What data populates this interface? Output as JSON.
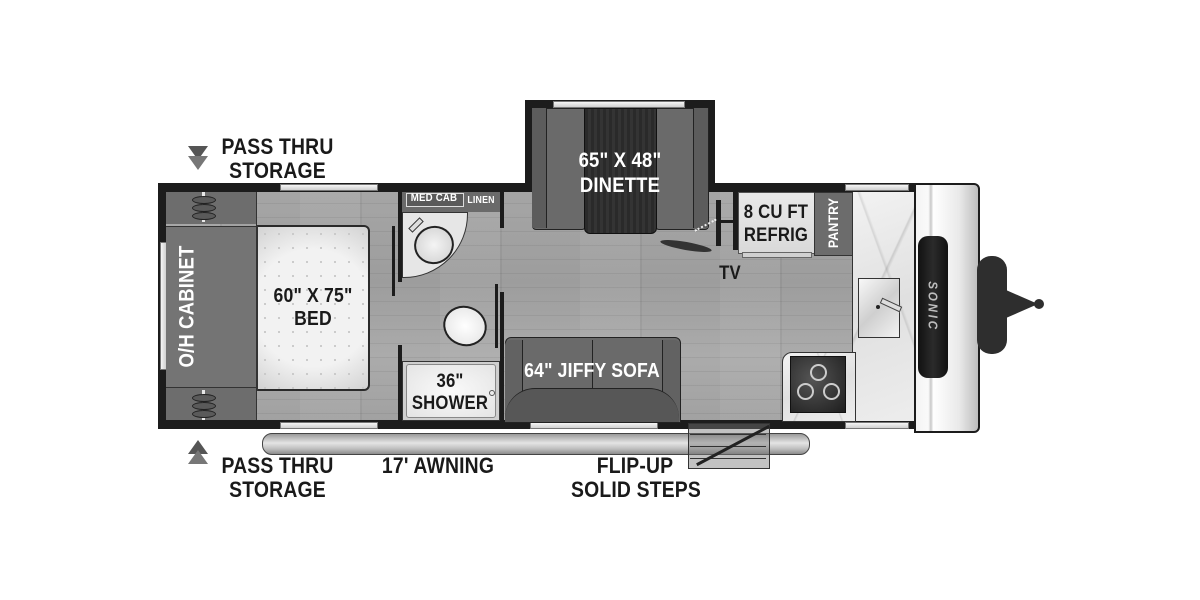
{
  "floorplan": {
    "labels": {
      "pass_thru_top_line1": "PASS THRU",
      "pass_thru_top_line2": "STORAGE",
      "pass_thru_bottom_line1": "PASS THRU",
      "pass_thru_bottom_line2": "STORAGE",
      "oh_cabinet": "O/H CABINET",
      "bed_line1": "60\" X 75\"",
      "bed_line2": "BED",
      "med_cab": "MED CAB",
      "linen": "LINEN",
      "shower_line1": "36\"",
      "shower_line2": "SHOWER",
      "dinette_line1": "65\" X 48\"",
      "dinette_line2": "DINETTE",
      "sofa": "64\" JIFFY SOFA",
      "refrig_line1": "8 CU FT",
      "refrig_line2": "REFRIG",
      "pantry": "PANTRY",
      "tv": "TV",
      "awning": "17' AWNING",
      "steps_line1": "FLIP-UP",
      "steps_line2": "SOLID STEPS",
      "brand_logo": "SONIC"
    },
    "colors": {
      "wall": "#1c1c1c",
      "floor": "#a3a3a3",
      "cabinet": "#6d6d6d",
      "bed": "#e9e9e9",
      "dinette_table": "#2e2e2e",
      "sofa": "#5e5e5e",
      "countertop": "#e6e6e6"
    }
  }
}
